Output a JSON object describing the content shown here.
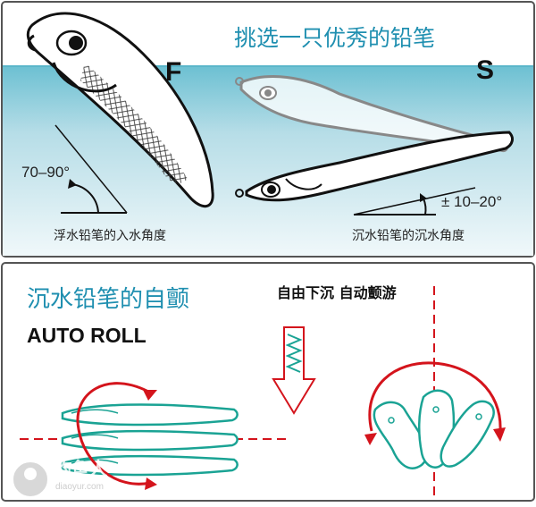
{
  "top_panel": {
    "title": "挑选一只优秀的铅笔",
    "floating_label": "F",
    "sinking_label": "S",
    "floating_angle": "70–90°",
    "sinking_angle": "± 10–20°",
    "floating_caption": "浮水铅笔的入水角度",
    "sinking_caption": "沉水铅笔的沉水角度"
  },
  "bottom_panel": {
    "title": "沉水铅笔的自颤",
    "subtitle": "AUTO ROLL",
    "motion_label": "自由下沉  自动颤游"
  },
  "watermark": {
    "text": "钓鱼人",
    "url": "diaoyur.com"
  },
  "colors": {
    "water_top": "#7cc7d6",
    "water_bottom": "#e6f3f7",
    "accent_teal": "#1f8fb0",
    "lure_outline": "#1aa394",
    "arrow_red": "#d4141c",
    "dashed_red": "#d4141c",
    "panel_border": "#555555"
  }
}
